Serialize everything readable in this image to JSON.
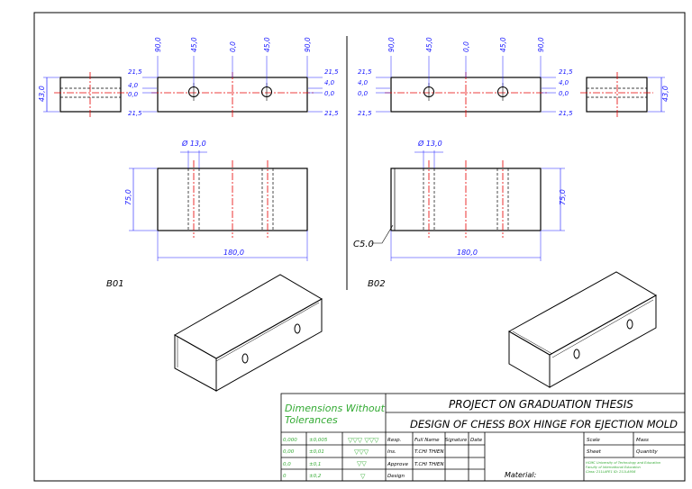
{
  "colors": {
    "dimension": "#1a1aff",
    "centerline": "#e60000",
    "outline": "#000000",
    "table_text": "#33aa33"
  },
  "part_b01": {
    "label": "B01",
    "top_dims": [
      "90,0",
      "45,0",
      "0,0",
      "45,0",
      "90,0"
    ],
    "left_dims": [
      "21,5",
      "4,0",
      "0,0",
      "21,5"
    ],
    "right_dims": [
      "21,5",
      "4,0",
      "0,0",
      "21,5"
    ],
    "side_height": "43,0",
    "hole_dia": "Ø 13,0",
    "height": "75,0",
    "length": "180,0"
  },
  "part_b02": {
    "label": "B02",
    "top_dims": [
      "90,0",
      "45,0",
      "0,0",
      "45,0",
      "90,0"
    ],
    "left_dims": [
      "21,5",
      "4,0",
      "0,0",
      "21,5"
    ],
    "right_dims": [
      "21,5",
      "4,0",
      "0,0",
      "21,5"
    ],
    "side_height": "43,0",
    "hole_dia": "Ø 13,0",
    "height": "75,0",
    "length": "180,0",
    "chamfer": "C5.0"
  },
  "title_block": {
    "tolerance_title": "Dimensions Without Tolerances",
    "project": "PROJECT ON GRADUATION THESIS",
    "design_title": "DESIGN OF CHESS BOX HINGE FOR EJECTION MOLD",
    "tolerance_rows": [
      {
        "value": "0,000",
        "tol": "±0,005",
        "sym": "▽▽▽ ▽▽▽"
      },
      {
        "value": "0,00",
        "tol": "±0,01",
        "sym": "▽▽▽"
      },
      {
        "value": "0,0",
        "tol": "±0,1",
        "sym": "▽▽"
      },
      {
        "value": "0",
        "tol": "±0,2",
        "sym": "▽"
      }
    ],
    "resp_header": [
      "Resp.",
      "Full Name",
      "Signature",
      "Date"
    ],
    "resp_rows": [
      {
        "role": "Ins.",
        "name": "T.CHI THIEN"
      },
      {
        "role": "Approve",
        "name": "T.CHI THIEN"
      },
      {
        "role": "Design",
        "name": ""
      }
    ],
    "material_label": "Material:",
    "scale_label": "Scale",
    "mass_label": "Mass",
    "sheet_label": "Sheet",
    "quantity_label": "Quantity",
    "school_lines": [
      "HCMC University of Technology and Education",
      "Faculty of International Education",
      "Class: 211LAPE1       ID: 211LA956"
    ]
  }
}
